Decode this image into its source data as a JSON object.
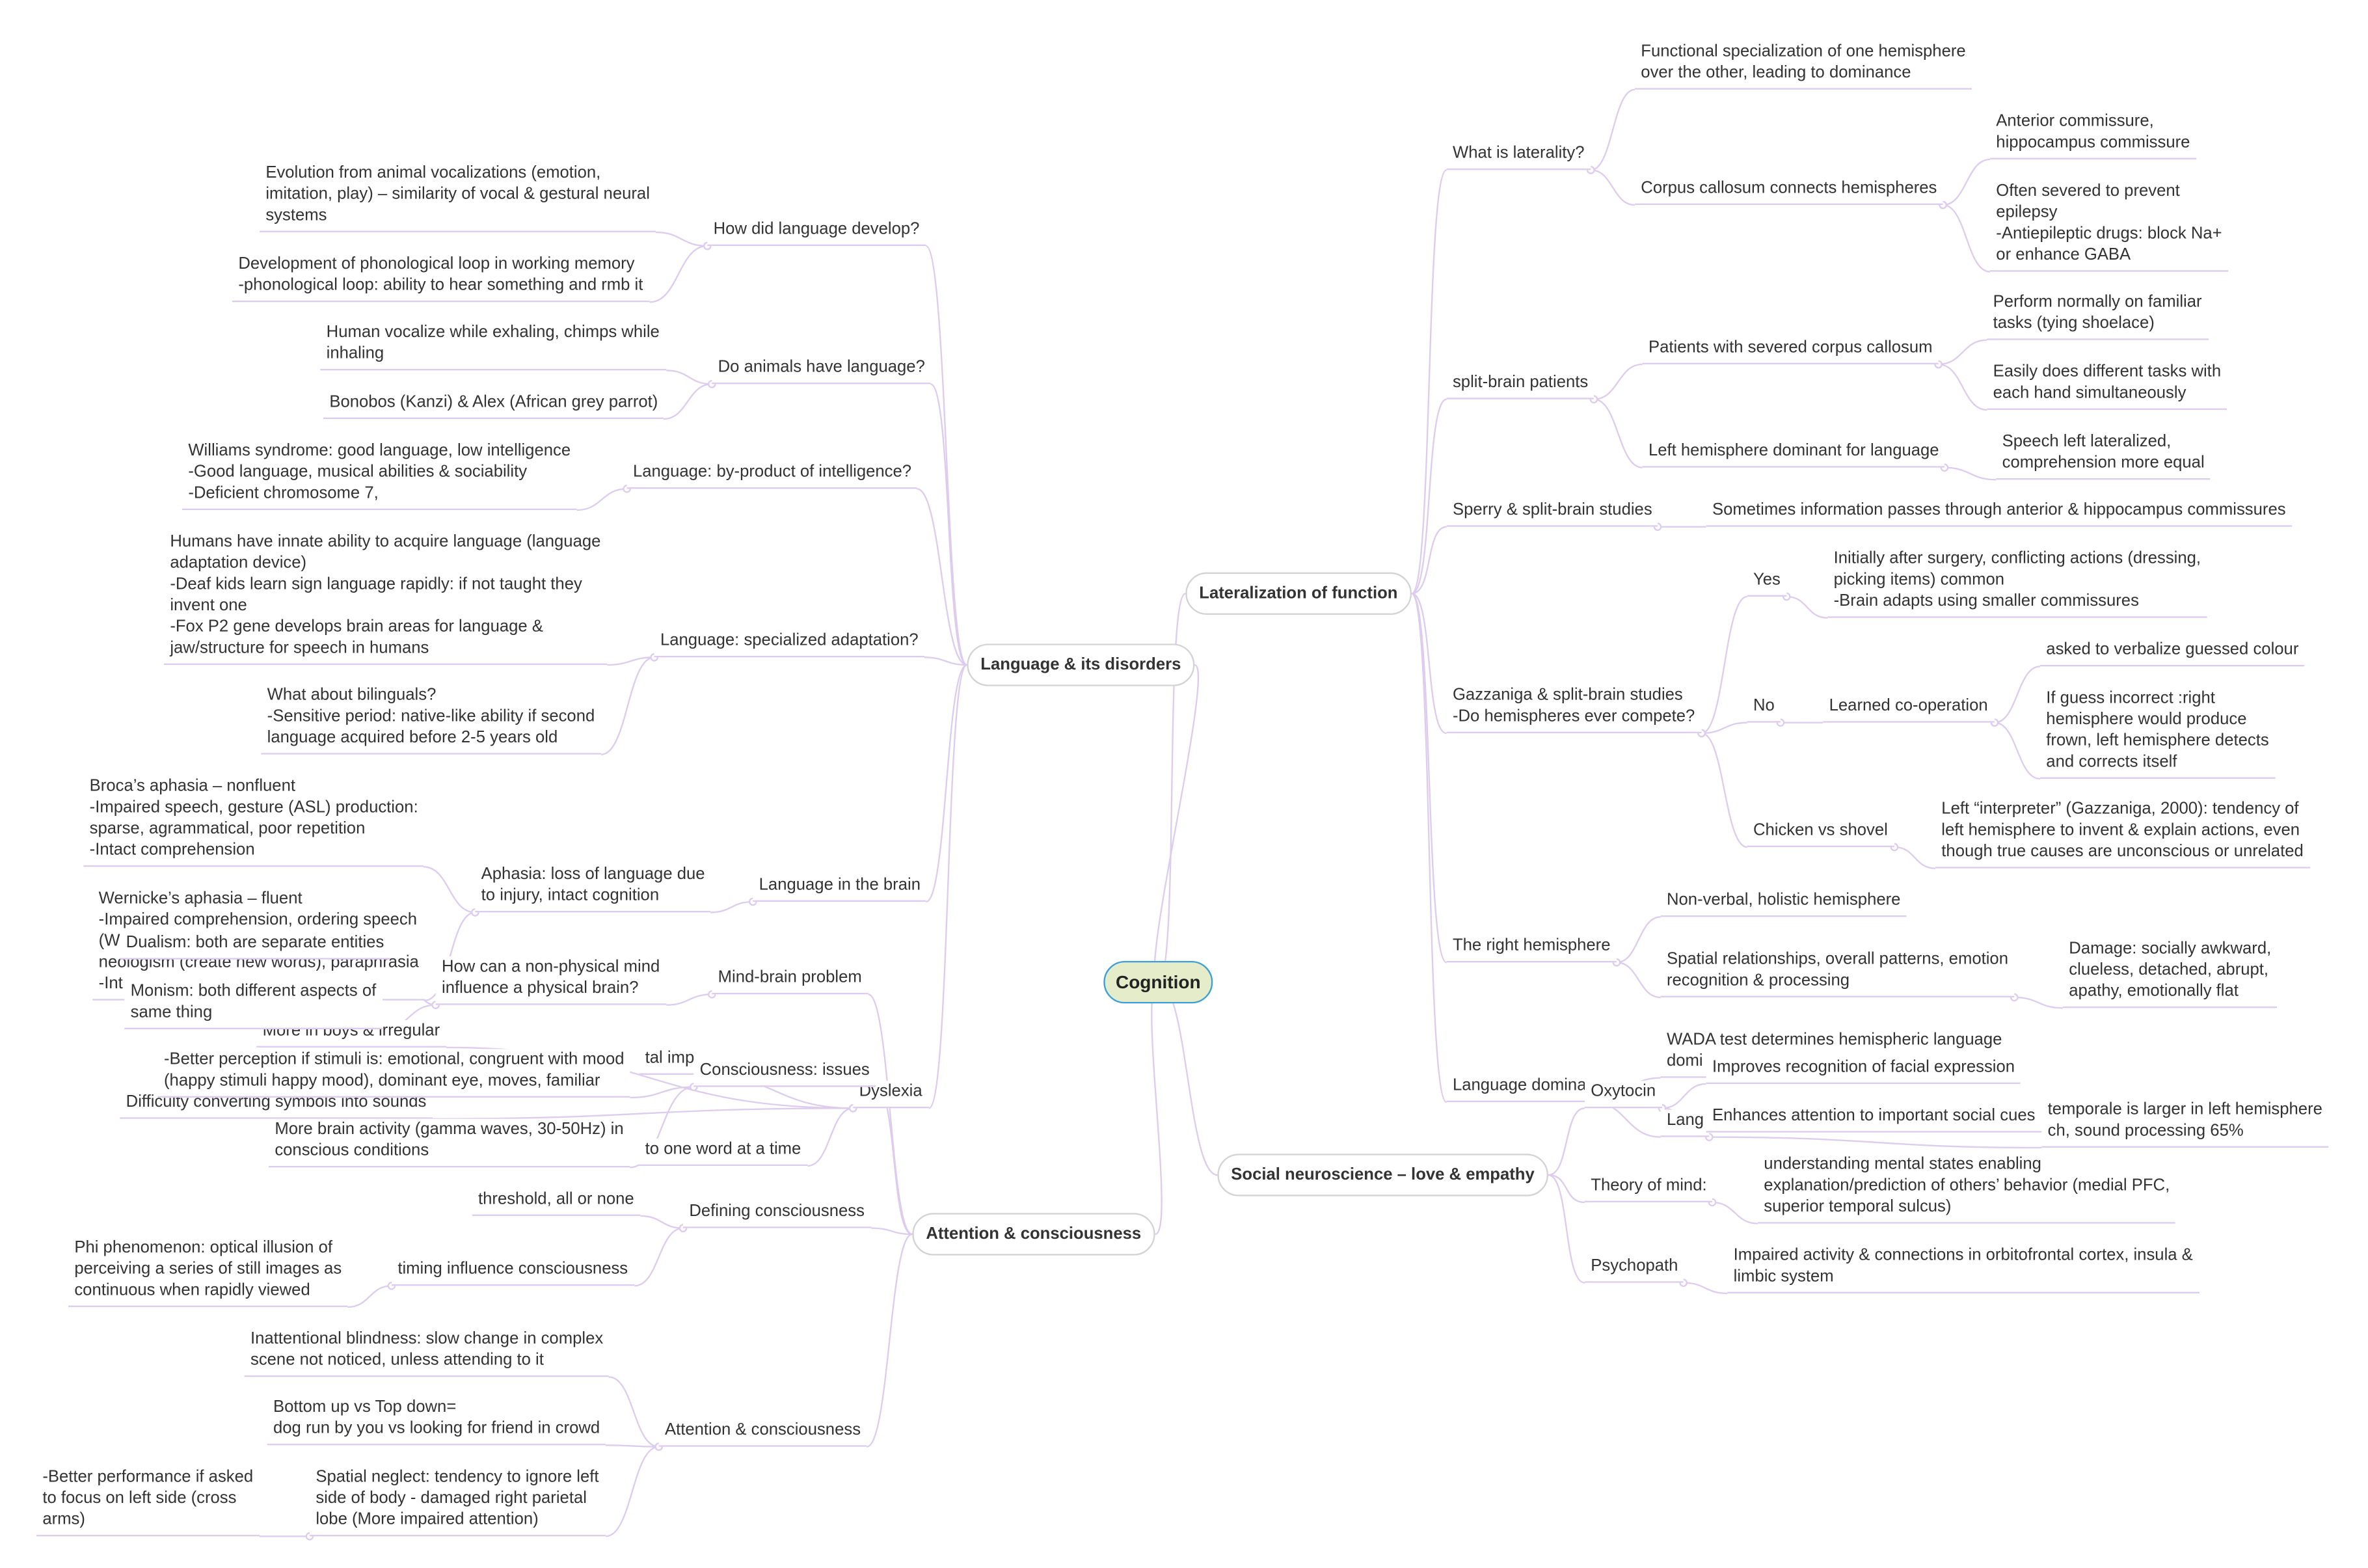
{
  "center": "Cognition",
  "colors": {
    "center_fill": "#e4ecca",
    "center_border": "#3c9fd9",
    "branch_border": "#d3d3d3",
    "connector": "#ddccee"
  },
  "lateralization": {
    "label": "Lateralization of function",
    "laterality": {
      "label": "What is laterality?",
      "def": "Functional specialization of one hemisphere\nover the other, leading to dominance",
      "cc": "Corpus callosum connects hemispheres",
      "cc1": "Anterior commissure,\nhippocampus commissure",
      "cc2": "Often severed to prevent\nepilepsy\n-Antiepileptic drugs: block Na+\nor enhance GABA"
    },
    "split": {
      "label": "split-brain patients",
      "severed": "Patients with severed corpus callosum",
      "s1": "Perform normally on familiar\ntasks (tying shoelace)",
      "s2": "Easily does different tasks with\neach hand simultaneously",
      "left": "Left hemisphere dominant for language",
      "l1": "Speech left lateralized,\ncomprehension more equal"
    },
    "sperry": {
      "label": "Sperry & split-brain studies",
      "info": "Sometimes information passes through anterior & hippocampus commissures"
    },
    "gazzaniga": {
      "label": "Gazzaniga & split-brain studies\n-Do hemispheres ever compete?",
      "yes": "Yes",
      "yes1": "Initially after surgery, conflicting actions (dressing,\npicking items) common\n-Brain adapts using smaller commissures",
      "no": "No",
      "coop": "Learned co-operation",
      "coop1": "asked to verbalize guessed colour",
      "coop2": "If guess incorrect :right\nhemisphere would produce\nfrown, left hemisphere detects\nand corrects itself",
      "chicken": "Chicken vs shovel",
      "chicken1": "Left “interpreter” (Gazzaniga, 2000): tendency of\nleft hemisphere to invent & explain actions, even\nthough true causes are unconscious or unrelated"
    },
    "right": {
      "label": "The right hemisphere",
      "r1": "Non-verbal, holistic hemisphere",
      "r2": "Spatial relationships, overall patterns, emotion\nrecognition & processing",
      "r3": "Damage: socially awkward,\nclueless, detached, abrupt,\napathy, emotionally flat"
    },
    "dominance": {
      "label": "Language domina",
      "wada": "WADA test determines hemispheric language\ndomi",
      "lang": "Lang",
      "pt": "temporale is larger in left hemisphere\nch, sound processing 65%"
    }
  },
  "social": {
    "label": "Social neuroscience – love & empathy",
    "oxytocin": {
      "label": "Oxytocin",
      "o1": "Improves recognition of facial expression",
      "o2": "Enhances attention to important social cues"
    },
    "tom": {
      "label": "Theory of mind:",
      "t1": "understanding mental states enabling\nexplanation/prediction of others’ behavior (medial PFC,\nsuperior temporal sulcus)"
    },
    "psycho": {
      "label": "Psychopath",
      "p1": "Impaired activity & connections in orbitofrontal cortex, insula &\nlimbic system"
    }
  },
  "language": {
    "label": "Language & its disorders",
    "develop": {
      "label": "How did language develop?",
      "d1": "Evolution from animal vocalizations (emotion,\nimitation, play) – similarity of vocal & gestural neural\nsystems",
      "d2": "Development of phonological loop in working memory\n-phonological loop: ability to hear something and rmb it"
    },
    "animals": {
      "label": "Do animals have language?",
      "a1": "Human vocalize while exhaling, chimps while\ninhaling",
      "a2": "Bonobos (Kanzi) & Alex (African grey parrot)"
    },
    "byproduct": {
      "label": "Language: by-product of intelligence?",
      "b1": "Williams syndrome: good language, low intelligence\n-Good language, musical abilities & sociability\n-Deficient chromosome 7,"
    },
    "adaptation": {
      "label": "Language: specialized adaptation?",
      "s1": "Humans have innate ability to acquire language (language\nadaptation device)\n-Deaf kids learn sign language rapidly: if not taught they\ninvent one\n-Fox P2 gene develops brain areas for language &\njaw/structure for speech in humans",
      "s2": "What about bilinguals?\n-Sensitive period: native-like ability if second\nlanguage acquired before 2-5 years old"
    },
    "brain": {
      "label": "Language in the brain",
      "aphasia": "Aphasia: loss of language due\nto injury, intact cognition",
      "broca": "Broca’s aphasia – nonfluent\n-Impaired speech, gesture (ASL) production:\nsparse, agrammatical, poor repetition\n-Intact comprehension",
      "wernicke": "Wernicke’s aphasia – fluent\n-Impaired comprehension, ordering speech\n(W\nneologism (create new words), paraphrasia\n-Int"
    },
    "dyslexia": {
      "label": "Dyslexia",
      "d1": "More in boys & irregular",
      "d2": "Difficulty converting symbols into sounds",
      "d3": "tal imp",
      "d4": "to one word at a time"
    }
  },
  "attention": {
    "label": "Attention & consciousness",
    "mindbrain": {
      "label": "Mind-brain problem",
      "q": "How can a non-physical mind\ninfluence a physical brain?",
      "dualism": "Dualism: both are separate entities",
      "monism": "Monism: both different aspects of\nsame thing"
    },
    "issues": {
      "label": "Consciousness: issues",
      "i1": "-Better perception if stimuli is: emotional, congruent with mood\n(happy stimuli happy mood), dominant eye, moves, familiar",
      "i2": "More brain activity (gamma waves, 30-50Hz) in\nconscious conditions"
    },
    "defining": {
      "label": "Defining consciousness",
      "d1": "threshold, all or none",
      "d2": "timing influence consciousness",
      "phi": "Phi phenomenon: optical illusion of\nperceiving a series of still images as\ncontinuous when rapidly viewed"
    },
    "attn": {
      "label": "Attention & consciousness",
      "a1": "Inattentional blindness: slow change in complex\nscene not noticed, unless attending to it",
      "a2": "Bottom up vs Top down=\ndog run by you vs looking for friend in crowd",
      "a3": "Spatial neglect: tendency to ignore left\nside of body - damaged right parietal\nlobe (More impaired attention)",
      "a4": "-Better performance if asked\nto focus on left side (cross\narms)"
    }
  }
}
